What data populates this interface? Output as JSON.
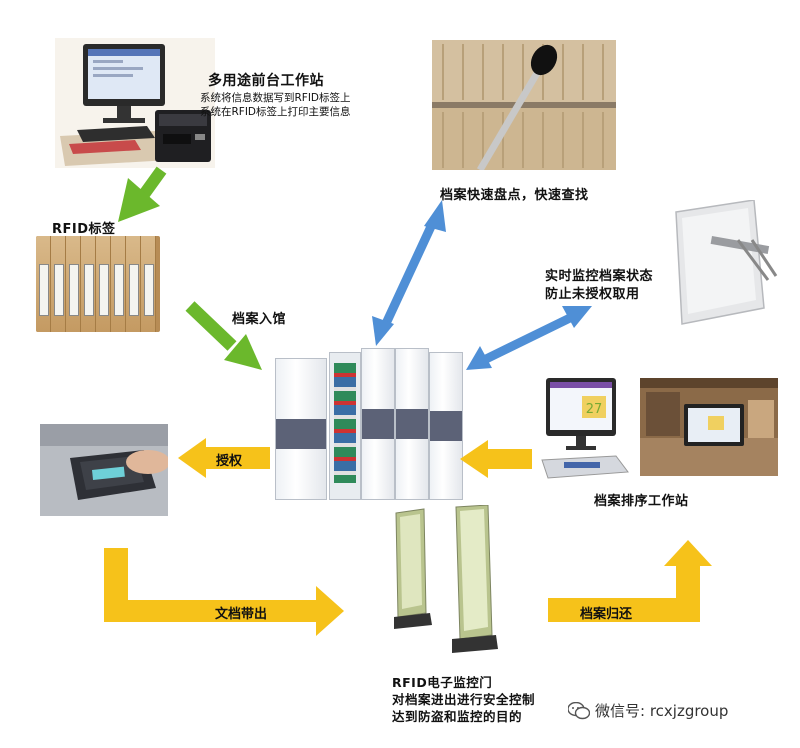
{
  "workstation": {
    "title": "多用途前台工作站",
    "line1": "系统将信息数据写到RFID标签上",
    "line2": "系统在RFID标签上打印主要信息"
  },
  "rfid_tag_label": "RFID标签",
  "archive_in_label": "档案入馆",
  "inventory_label": "档案快速盘点，快速查找",
  "monitor": {
    "line1": "实时监控档案状态",
    "line2": "防止未授权取用"
  },
  "authorize_label": "授权",
  "sort_station_label": "档案排序工作站",
  "doc_out_label": "文档带出",
  "return_label": "档案归还",
  "gate": {
    "line1": "RFID电子监控门",
    "line2": "对档案进出进行安全控制",
    "line3": "达到防盗和监控的目的"
  },
  "screen_number": "27",
  "watermark": "微信号: rcxjzgroup",
  "colors": {
    "green_arrow": "#6bb82c",
    "blue_arrow": "#4f8fd6",
    "yellow_arrow": "#f6c21a",
    "cabinet_band": "#5c6277"
  },
  "icons": [
    "computer-icon",
    "printer-icon",
    "archive-boxes-icon",
    "reader-wand-icon",
    "antenna-panel-icon",
    "shelving-unit-icon",
    "card-reader-icon",
    "rfid-gate-icon",
    "wechat-icon"
  ]
}
